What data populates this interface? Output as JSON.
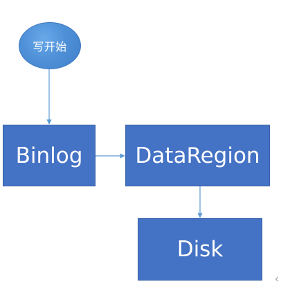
{
  "diagram": {
    "nodes": [
      {
        "id": "start",
        "label": "写开始"
      },
      {
        "id": "binlog",
        "label": "Binlog"
      },
      {
        "id": "dataregion",
        "label": "DataRegion"
      },
      {
        "id": "disk",
        "label": "Disk"
      }
    ],
    "edges": [
      {
        "from": "start",
        "to": "binlog"
      },
      {
        "from": "binlog",
        "to": "dataregion"
      },
      {
        "from": "dataregion",
        "to": "disk"
      }
    ]
  },
  "colors": {
    "node_fill": "#4472c4",
    "start_fill": "#4f91d8",
    "node_text": "#ffffff",
    "connector": "#5b9bd5"
  }
}
